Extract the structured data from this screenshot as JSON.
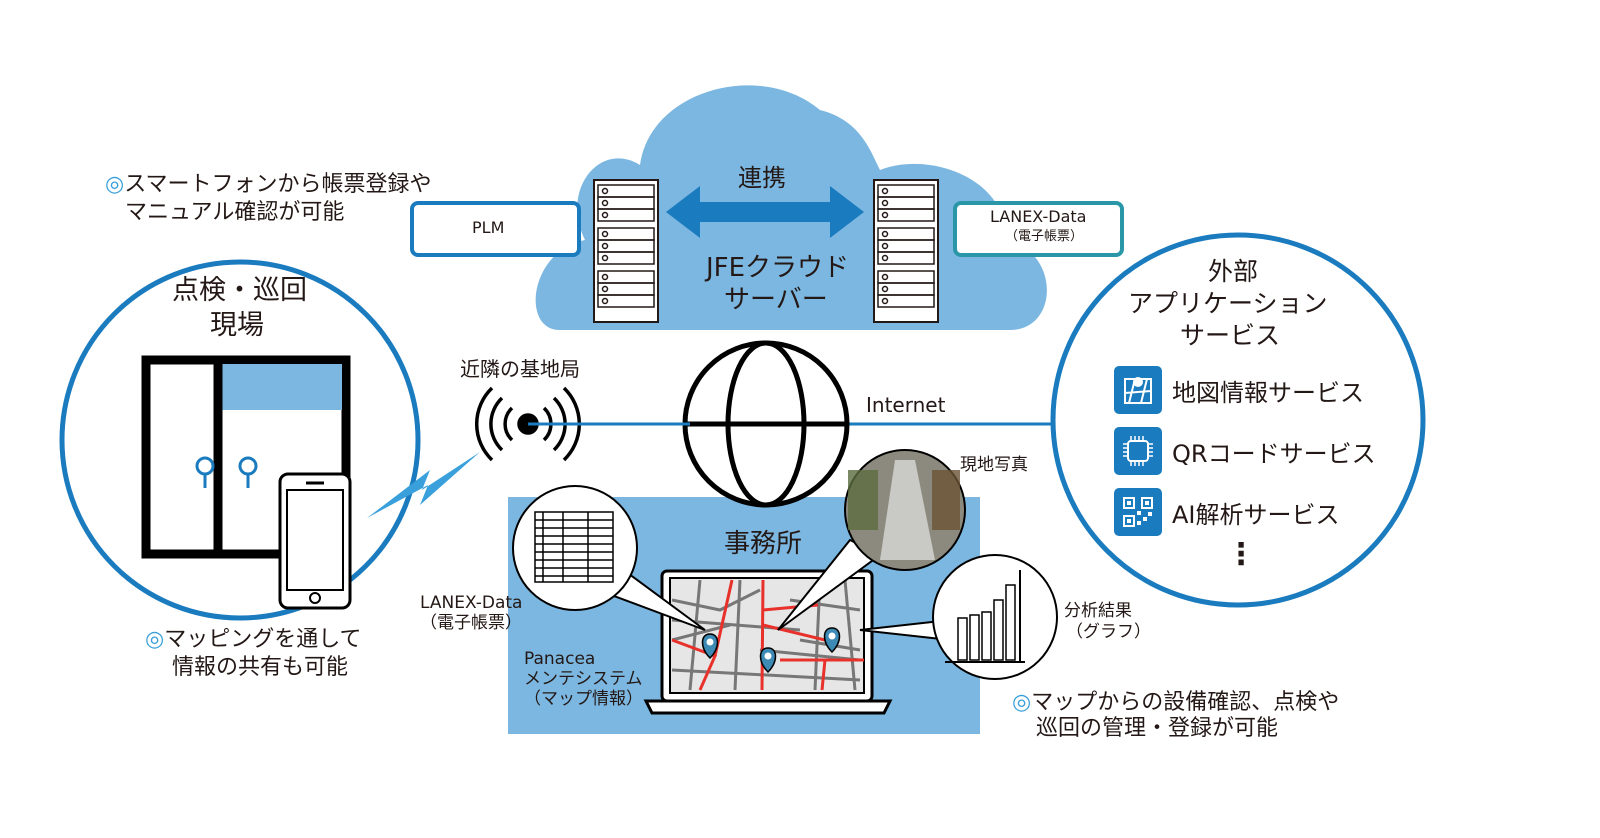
{
  "cloud": {
    "title_line1": "JFEクラウド",
    "title_line2": "サーバー",
    "link_label": "連携",
    "left_box": "PLM",
    "right_box_line1": "LANEX-Data",
    "right_box_line2": "（電子帳票）"
  },
  "notes": {
    "top_left_line1": "スマートフォンから帳票登録や",
    "top_left_line2": "マニュアル確認が可能",
    "bottom_left_line1": "マッピングを通して",
    "bottom_left_line2": "情報の共有も可能",
    "bottom_right_line1": "マップからの設備確認、点検や",
    "bottom_right_line2": "巡回の管理・登録が可能",
    "mark": "◎"
  },
  "site": {
    "title_line1": "点検・巡回",
    "title_line2": "現場"
  },
  "network": {
    "base_station_label": "近隣の基地局",
    "internet_label": "Internet"
  },
  "office": {
    "title": "事務所",
    "lanex_line1": "LANEX-Data",
    "lanex_line2": "（電子帳票）",
    "panacea_line1": "Panacea",
    "panacea_line2": "メンテシステム",
    "panacea_line3": "（マップ情報）",
    "photo_label": "現地写真",
    "analysis_line1": "分析結果",
    "analysis_line2": "（グラフ）"
  },
  "external": {
    "title_line1": "外部",
    "title_line2": "アプリケーション",
    "title_line3": "サービス",
    "services": [
      {
        "label": "地図情報サービス",
        "icon": "map-icon"
      },
      {
        "label": "QRコードサービス",
        "icon": "chip-icon"
      },
      {
        "label": "AI解析サービス",
        "icon": "qr-code-icon"
      }
    ],
    "more": "⋮"
  },
  "colors": {
    "accent_blue": "#1a7bbf",
    "cloud_blue": "#7bb7e0",
    "teal": "#2a97a8",
    "road_red": "#e8312b",
    "pin_blue": "#3d8ab5"
  }
}
